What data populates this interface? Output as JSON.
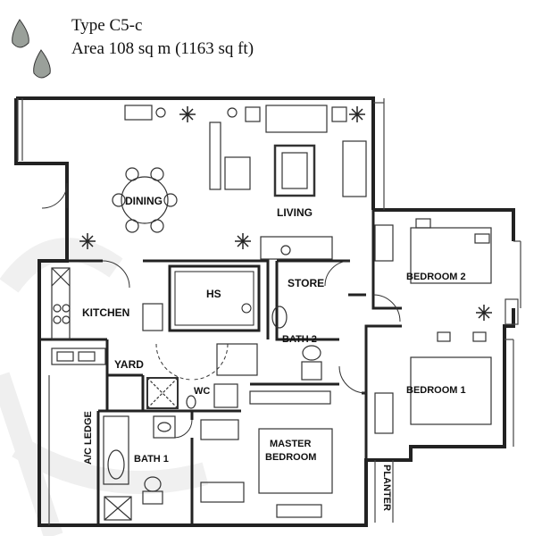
{
  "header": {
    "type_label": "Type C5-c",
    "area_label": "Area 108 sq m (1163 sq ft)"
  },
  "rooms": {
    "dining": "DINING",
    "living": "LIVING",
    "kitchen": "KITCHEN",
    "hs": "HS",
    "store": "STORE",
    "bath2": "BATH 2",
    "yard": "YARD",
    "wc": "WC",
    "bedroom2": "BEDROOM 2",
    "bedroom1": "BEDROOM 1",
    "master_line1": "MASTER",
    "master_line2": "BEDROOM",
    "bath1": "BATH 1",
    "ac_ledge": "A/C LEDGE",
    "planter": "PLANTER"
  },
  "colors": {
    "wall": "#222222",
    "fixture": "#444444",
    "watermark": "#e6e6e6"
  }
}
